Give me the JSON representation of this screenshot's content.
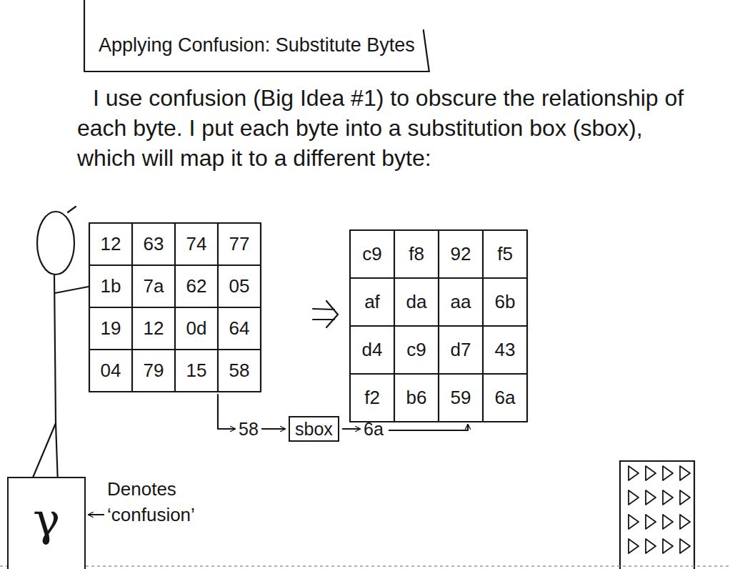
{
  "diagram": {
    "title": "Applying Confusion: Substitute Bytes",
    "nodes": [
      {
        "text": [
          "sbox"
        ]
      },
      {
        "text": [
          "γ"
        ]
      }
    ],
    "labels": [
      "I use confusion (Big Idea #1) to obscure the relationship of each byte. I put each byte into a substitution box (sbox), which will map it to a different byte:",
      "12",
      "63",
      "74",
      "77",
      "1b",
      "7a",
      "62",
      "05",
      "19",
      "12",
      "0d",
      "64",
      "04",
      "79",
      "15",
      "58",
      "c9",
      "f8",
      "92",
      "f5",
      "af",
      "da",
      "aa",
      "6b",
      "d4",
      "c9",
      "d7",
      "43",
      "f2",
      "b6",
      "59",
      "6a",
      "58",
      "6a",
      "Denotes ‘confusion’"
    ]
  }
}
